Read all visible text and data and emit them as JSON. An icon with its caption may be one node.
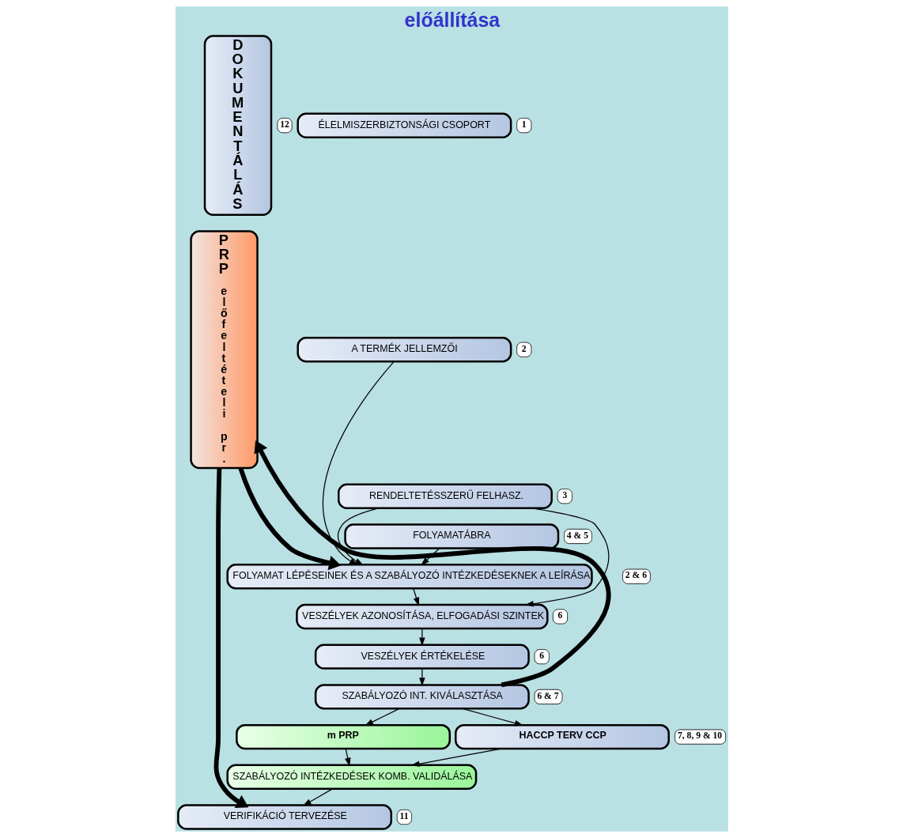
{
  "diagram": {
    "title": "előállítása",
    "nodes": [
      {
        "text": [
          "DOKUMENTÁLÁS"
        ],
        "beside": [
          "12"
        ]
      },
      {
        "text": [
          "PRP",
          "előfeltételi pr."
        ]
      },
      {
        "text": [
          "ÉLELMISZERBIZTONSÁGI CSOPORT"
        ],
        "beside": [
          "1"
        ]
      },
      {
        "text": [
          "A TERMÉK JELLEMZŐI"
        ],
        "beside": [
          "2"
        ]
      },
      {
        "text": [
          "RENDELTETÉSSZERŰ FELHASZ."
        ],
        "beside": [
          "3"
        ]
      },
      {
        "text": [
          "FOLYAMATÁBRA"
        ],
        "beside": [
          "4 & 5"
        ]
      },
      {
        "text": [
          "FOLYAMAT LÉPÉSEINEK ÉS A SZABÁLYOZÓ INTÉZKEDÉSEKNEK A LEÍRÁSA"
        ],
        "beside": [
          "2 & 6"
        ]
      },
      {
        "text": [
          "VESZÉLYEK AZONOSÍTÁSA, ELFOGADÁSI SZINTEK"
        ],
        "beside": [
          "6"
        ]
      },
      {
        "text": [
          "VESZÉLYEK ÉRTÉKELÉSE"
        ],
        "beside": [
          "6"
        ]
      },
      {
        "text": [
          "SZABÁLYOZÓ INT. KIVÁLASZTÁSA"
        ],
        "beside": [
          "6 & 7"
        ]
      },
      {
        "text": [
          "m PRP"
        ]
      },
      {
        "text": [
          "HACCP TERV CCP"
        ],
        "beside": [
          "7, 8, 9 & 10"
        ]
      },
      {
        "text": [
          "SZABÁLYOZÓ INTÉZKEDÉSEK KOMB. VALIDÁLÁSA"
        ]
      },
      {
        "text": [
          "VERIFIKÁCIÓ TERVEZÉSE"
        ],
        "beside": [
          "11"
        ]
      }
    ],
    "edges": [
      {
        "from": 3,
        "to": 6,
        "arrow": "to"
      },
      {
        "from": 4,
        "to": 6,
        "arrow": "to"
      },
      {
        "from": 5,
        "to": 6,
        "arrow": "to"
      },
      {
        "from": 4,
        "to": 7,
        "arrow": "to"
      },
      {
        "from": 1,
        "to": 6,
        "arrow": "to",
        "style": "thick"
      },
      {
        "from": 6,
        "to": 7,
        "arrow": "to"
      },
      {
        "from": 7,
        "to": 8,
        "arrow": "to"
      },
      {
        "from": 8,
        "to": 9,
        "arrow": "to"
      },
      {
        "from": 9,
        "to": 1,
        "arrow": "to",
        "style": "thick"
      },
      {
        "from": 9,
        "to": 10,
        "arrow": "to"
      },
      {
        "from": 9,
        "to": 11,
        "arrow": "to"
      },
      {
        "from": 10,
        "to": 12,
        "arrow": "to"
      },
      {
        "from": 11,
        "to": 12,
        "arrow": "to"
      },
      {
        "from": 1,
        "to": 13,
        "arrow": "to",
        "style": "thick"
      },
      {
        "from": 12,
        "to": 13,
        "arrow": "to"
      }
    ]
  }
}
